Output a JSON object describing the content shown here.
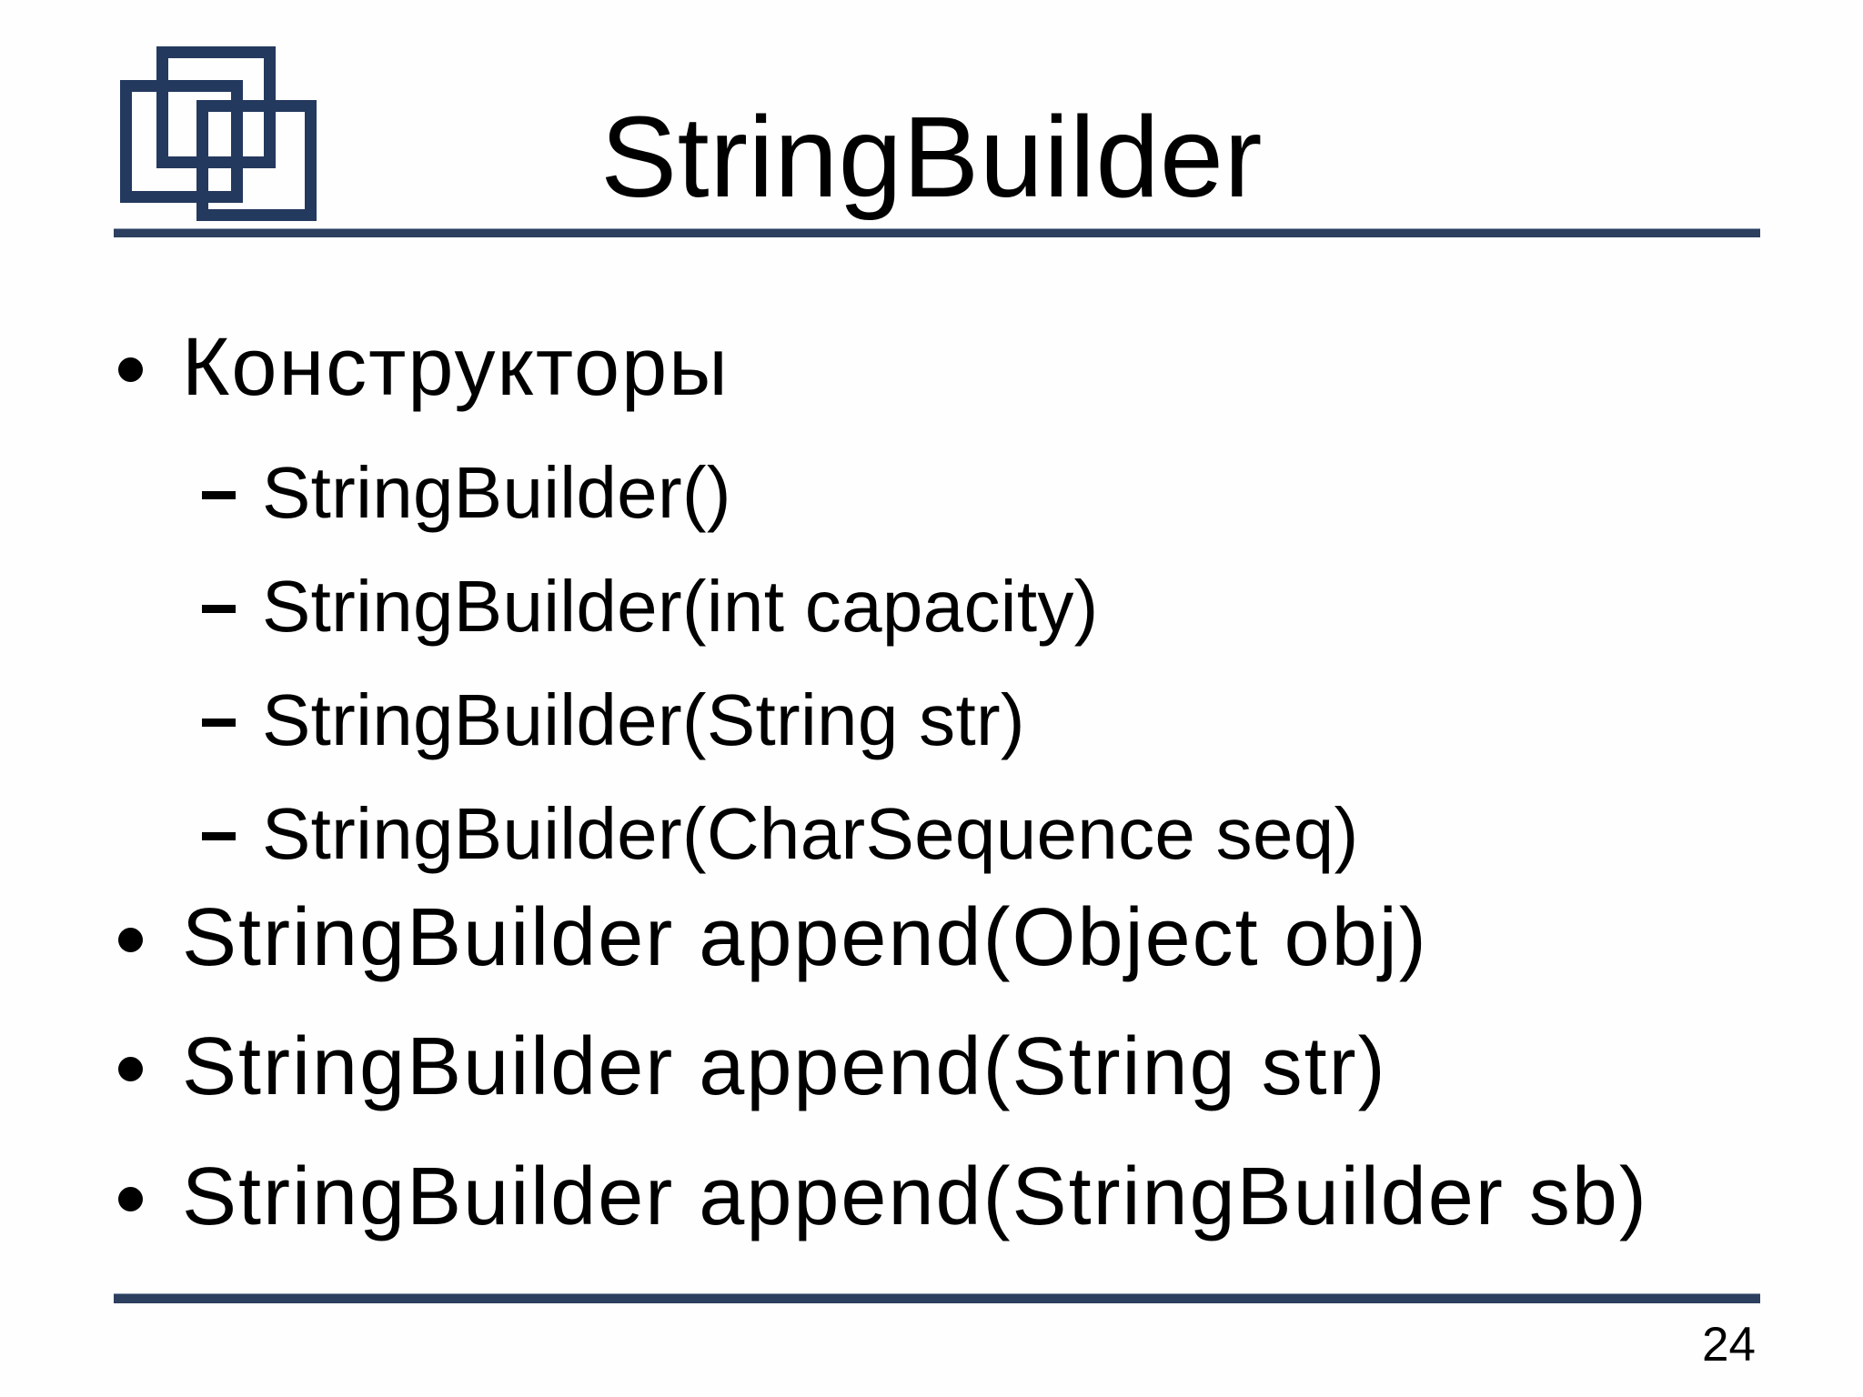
{
  "slide": {
    "title": "StringBuilder",
    "page_number": "24",
    "colors": {
      "accent_navy": "#24395E",
      "rule_navy": "#2D3F5E",
      "text": "#000000",
      "background": "#FFFFFF"
    },
    "logo_icon": "overlapping-squares-logo",
    "bullets": [
      {
        "level": 1,
        "text": "Конструкторы"
      },
      {
        "level": 2,
        "text": "StringBuilder()"
      },
      {
        "level": 2,
        "text": "StringBuilder(int capacity)"
      },
      {
        "level": 2,
        "text": "StringBuilder(String str)"
      },
      {
        "level": 2,
        "text": "StringBuilder(CharSequence seq)"
      },
      {
        "level": 1,
        "text": "StringBuilder append(Object obj)"
      },
      {
        "level": 1,
        "text": "StringBuilder append(String str)"
      },
      {
        "level": 1,
        "text": "StringBuilder append(StringBuilder sb)"
      }
    ]
  }
}
